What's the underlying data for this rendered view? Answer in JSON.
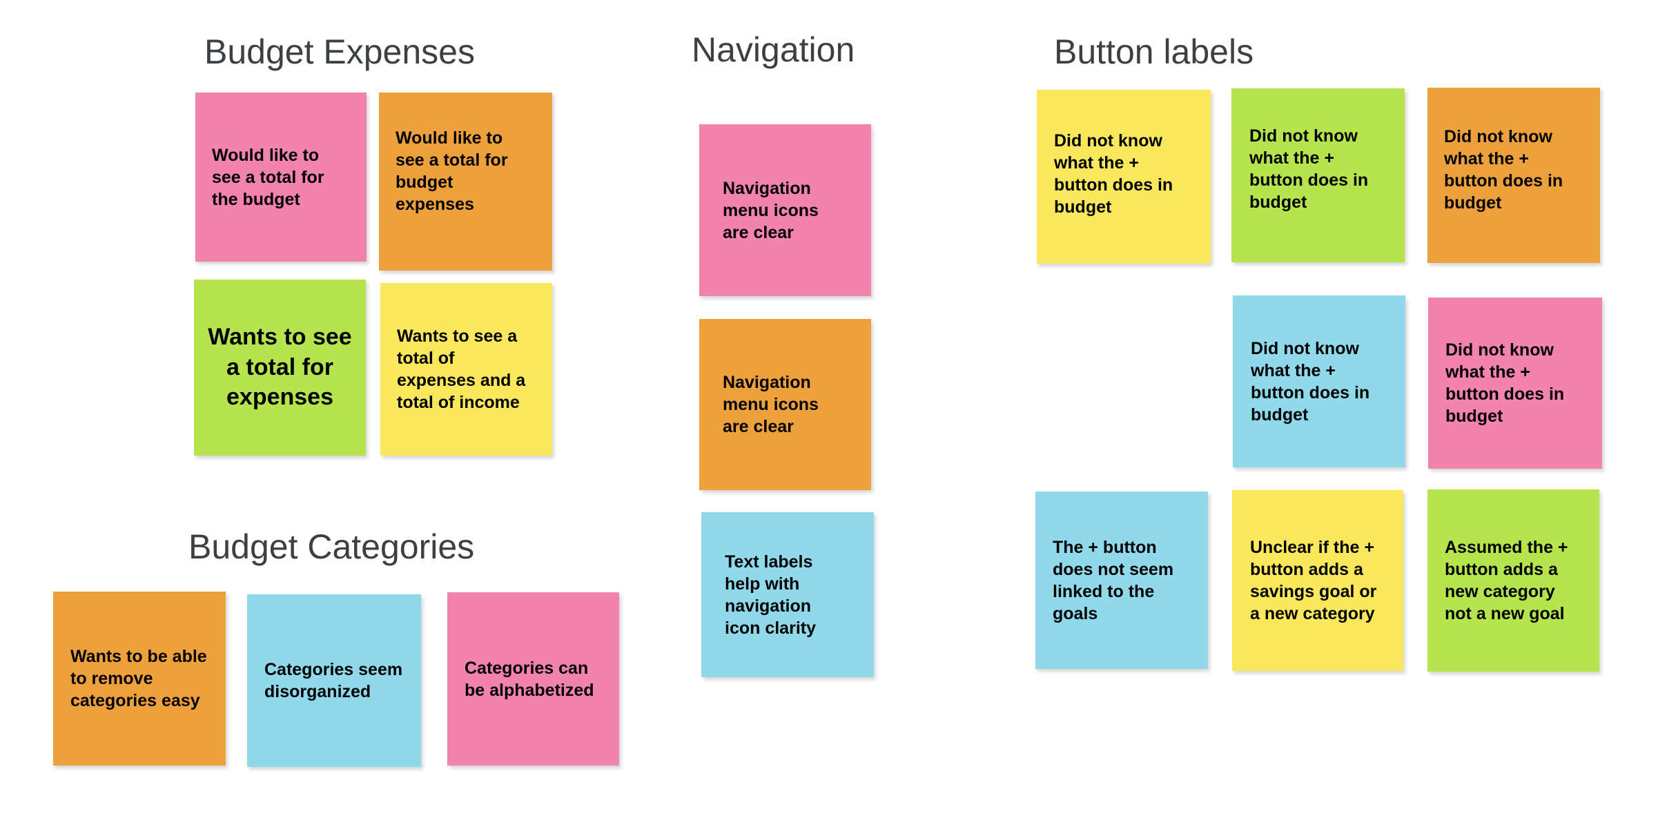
{
  "board": {
    "background": "#ffffff",
    "title_color": "#3c4043"
  },
  "palette": {
    "pink": "#f183ac",
    "orange": "#eda13d",
    "green": "#b5e44c",
    "yellow": "#fae85c",
    "blue": "#8fd9ea"
  },
  "sections": [
    {
      "id": "budget-expenses",
      "label": "Budget Expenses"
    },
    {
      "id": "navigation",
      "label": "Navigation"
    },
    {
      "id": "button-labels",
      "label": "Button labels"
    },
    {
      "id": "budget-categories",
      "label": "Budget Categories"
    }
  ],
  "notes": {
    "budget_expenses": [
      {
        "text": "Would like to see a total for the budget",
        "color": "pink"
      },
      {
        "text": "Would like to see a total for budget expenses",
        "color": "orange"
      },
      {
        "text": "Wants to see a total for expenses",
        "color": "green"
      },
      {
        "text": "Wants to see a total of expenses and a total of income",
        "color": "yellow"
      }
    ],
    "budget_categories": [
      {
        "text": "Wants to be able to remove categories easy",
        "color": "orange"
      },
      {
        "text": "Categories seem disorganized",
        "color": "blue"
      },
      {
        "text": "Categories can be alphabetized",
        "color": "pink"
      }
    ],
    "navigation": [
      {
        "text": "Navigation menu icons are clear",
        "color": "pink"
      },
      {
        "text": "Navigation menu icons are clear",
        "color": "orange"
      },
      {
        "text": "Text labels help with navigation icon clarity",
        "color": "blue"
      }
    ],
    "button_labels": [
      {
        "text": "Did not know what the + button does in budget",
        "color": "yellow"
      },
      {
        "text": "Did not know what the + button does in budget",
        "color": "green"
      },
      {
        "text": "Did not know what the + button does in budget",
        "color": "orange"
      },
      {
        "text": "Did not know what the + button does in budget",
        "color": "blue"
      },
      {
        "text": "Did not know what the + button does in budget",
        "color": "pink"
      },
      {
        "text": "The + button does not seem linked to the goals",
        "color": "blue"
      },
      {
        "text": "Unclear if the + button adds a savings goal or a new category",
        "color": "yellow"
      },
      {
        "text": "Assumed the + button adds a new category not a new goal",
        "color": "green"
      }
    ]
  }
}
